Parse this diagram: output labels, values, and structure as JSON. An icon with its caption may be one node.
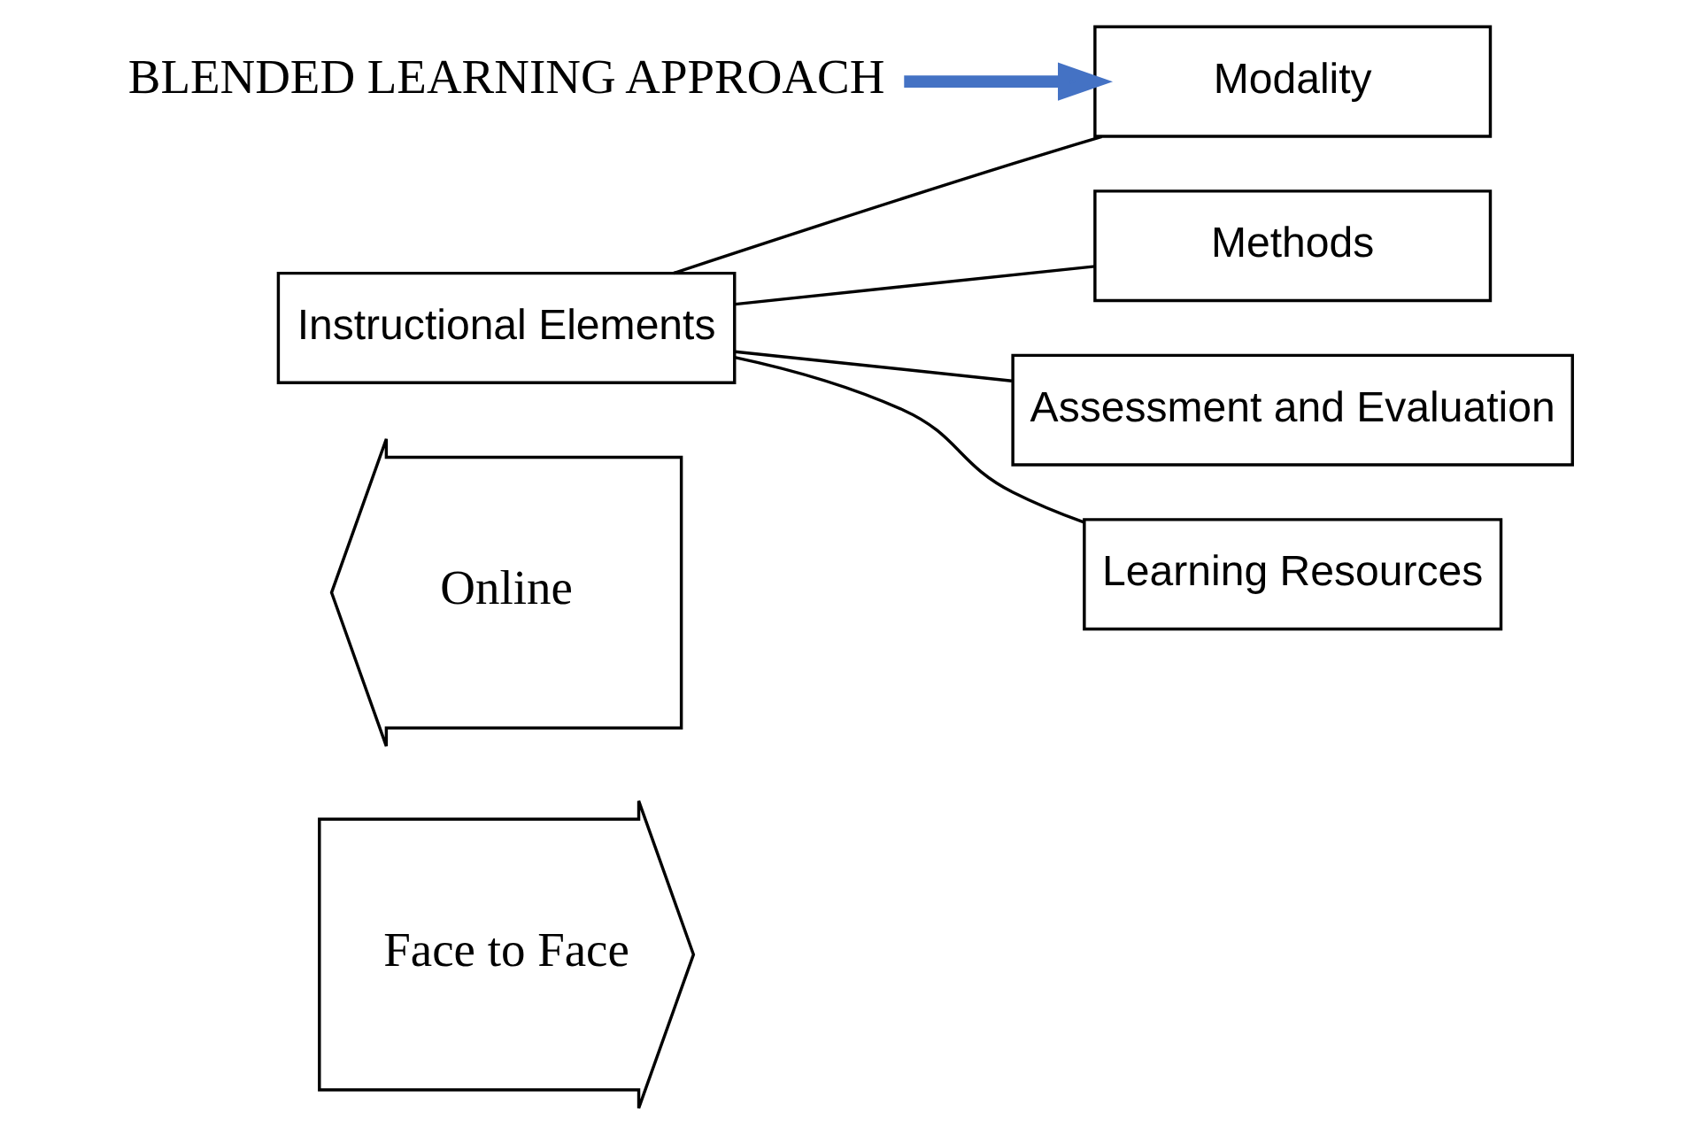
{
  "diagram": {
    "nodes": [
      {
        "text": [
          "Face to Face"
        ]
      },
      {
        "text": [
          "Online"
        ]
      },
      {
        "text": [
          "BLENDED LEARNING APPROACH"
        ]
      },
      {
        "text": [
          "Instructional Elements"
        ]
      },
      {
        "text": [
          "Modality"
        ]
      },
      {
        "text": [
          "Methods"
        ]
      },
      {
        "text": [
          "Assessment and Evaluation"
        ]
      },
      {
        "text": [
          "Learning Resources"
        ]
      }
    ],
    "edges": [
      {
        "from": 2,
        "to": 4,
        "arrow": "to",
        "style": "thick",
        "color": "#4472c4"
      },
      {
        "from": 3,
        "to": 4,
        "arrow": "none"
      },
      {
        "from": 3,
        "to": 5,
        "arrow": "none"
      },
      {
        "from": 3,
        "to": 6,
        "arrow": "none"
      },
      {
        "from": 3,
        "to": 7,
        "arrow": "none"
      }
    ]
  }
}
